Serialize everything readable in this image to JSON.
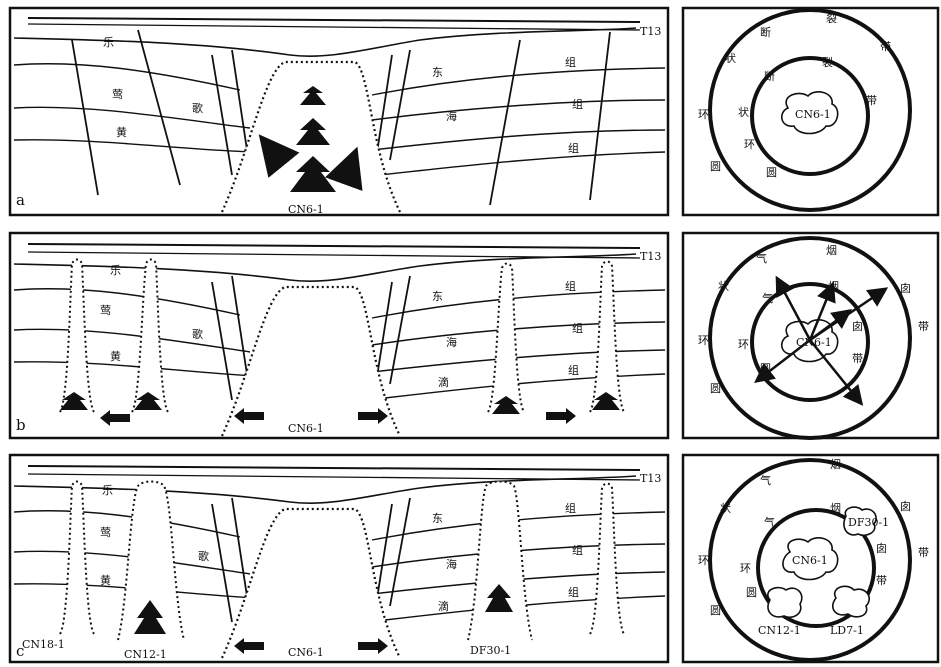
{
  "panels": [
    {
      "letter": "a",
      "horizon": "T13",
      "well": "CN6-1",
      "formation_left": [
        "乐",
        "莺",
        "黄",
        "歌"
      ],
      "formation_right": [
        "东",
        "海",
        "组",
        "组",
        "组"
      ],
      "circle_labels": [
        "状",
        "断",
        "裂",
        "带",
        "断",
        "裂",
        "带",
        "环",
        "状",
        "环",
        "圆",
        "圆"
      ],
      "center_well": "CN6-1"
    },
    {
      "letter": "b",
      "horizon": "T13",
      "well": "CN6-1",
      "formation_left": [
        "乐",
        "莺",
        "黄",
        "歌"
      ],
      "formation_right": [
        "东",
        "海",
        "滴",
        "组",
        "组",
        "组"
      ],
      "circle_labels": [
        "气",
        "烟",
        "囱",
        "带",
        "气",
        "烟",
        "囱",
        "带",
        "状",
        "环",
        "环",
        "圆",
        "圆"
      ],
      "center_well": "CN6-1"
    },
    {
      "letter": "c",
      "horizon": "T13",
      "wells": [
        "CN18-1",
        "CN12-1",
        "CN6-1",
        "DF30-1"
      ],
      "formation_left": [
        "乐",
        "莺",
        "黄",
        "歌"
      ],
      "formation_right": [
        "东",
        "海",
        "滴",
        "组",
        "组",
        "组"
      ],
      "circle_labels": [
        "气",
        "烟",
        "囱",
        "带",
        "气",
        "烟",
        "囱",
        "带",
        "状",
        "环",
        "环",
        "圆",
        "圆"
      ],
      "circle_wells": [
        "CN6-1",
        "DF30-1",
        "CN12-1",
        "LD7-1"
      ]
    }
  ]
}
